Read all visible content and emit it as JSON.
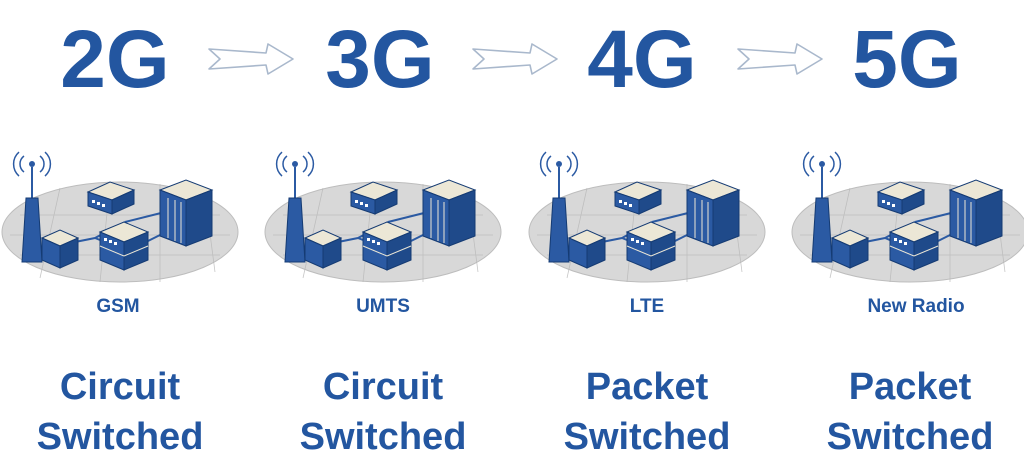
{
  "colors": {
    "primary": "#2356a0",
    "device_fill": "#2b5aa3",
    "device_top": "#ece7d6",
    "ellipse": "#d8d8d8",
    "arrow_stroke": "#a9b8cc"
  },
  "generations": [
    {
      "label": "2G",
      "technology": "GSM",
      "switching_line1": "Circuit",
      "switching_line2": "Switched"
    },
    {
      "label": "3G",
      "technology": "UMTS",
      "switching_line1": "Circuit",
      "switching_line2": "Switched"
    },
    {
      "label": "4G",
      "technology": "LTE",
      "switching_line1": "Packet",
      "switching_line2": "Switched"
    },
    {
      "label": "5G",
      "technology": "New Radio",
      "switching_line1": "Packet",
      "switching_line2": "Switched"
    }
  ],
  "icons": {
    "arrow": "right-arrow-outline-icon",
    "network": "network-infrastructure-icon",
    "antenna": "antenna-tower-icon"
  }
}
